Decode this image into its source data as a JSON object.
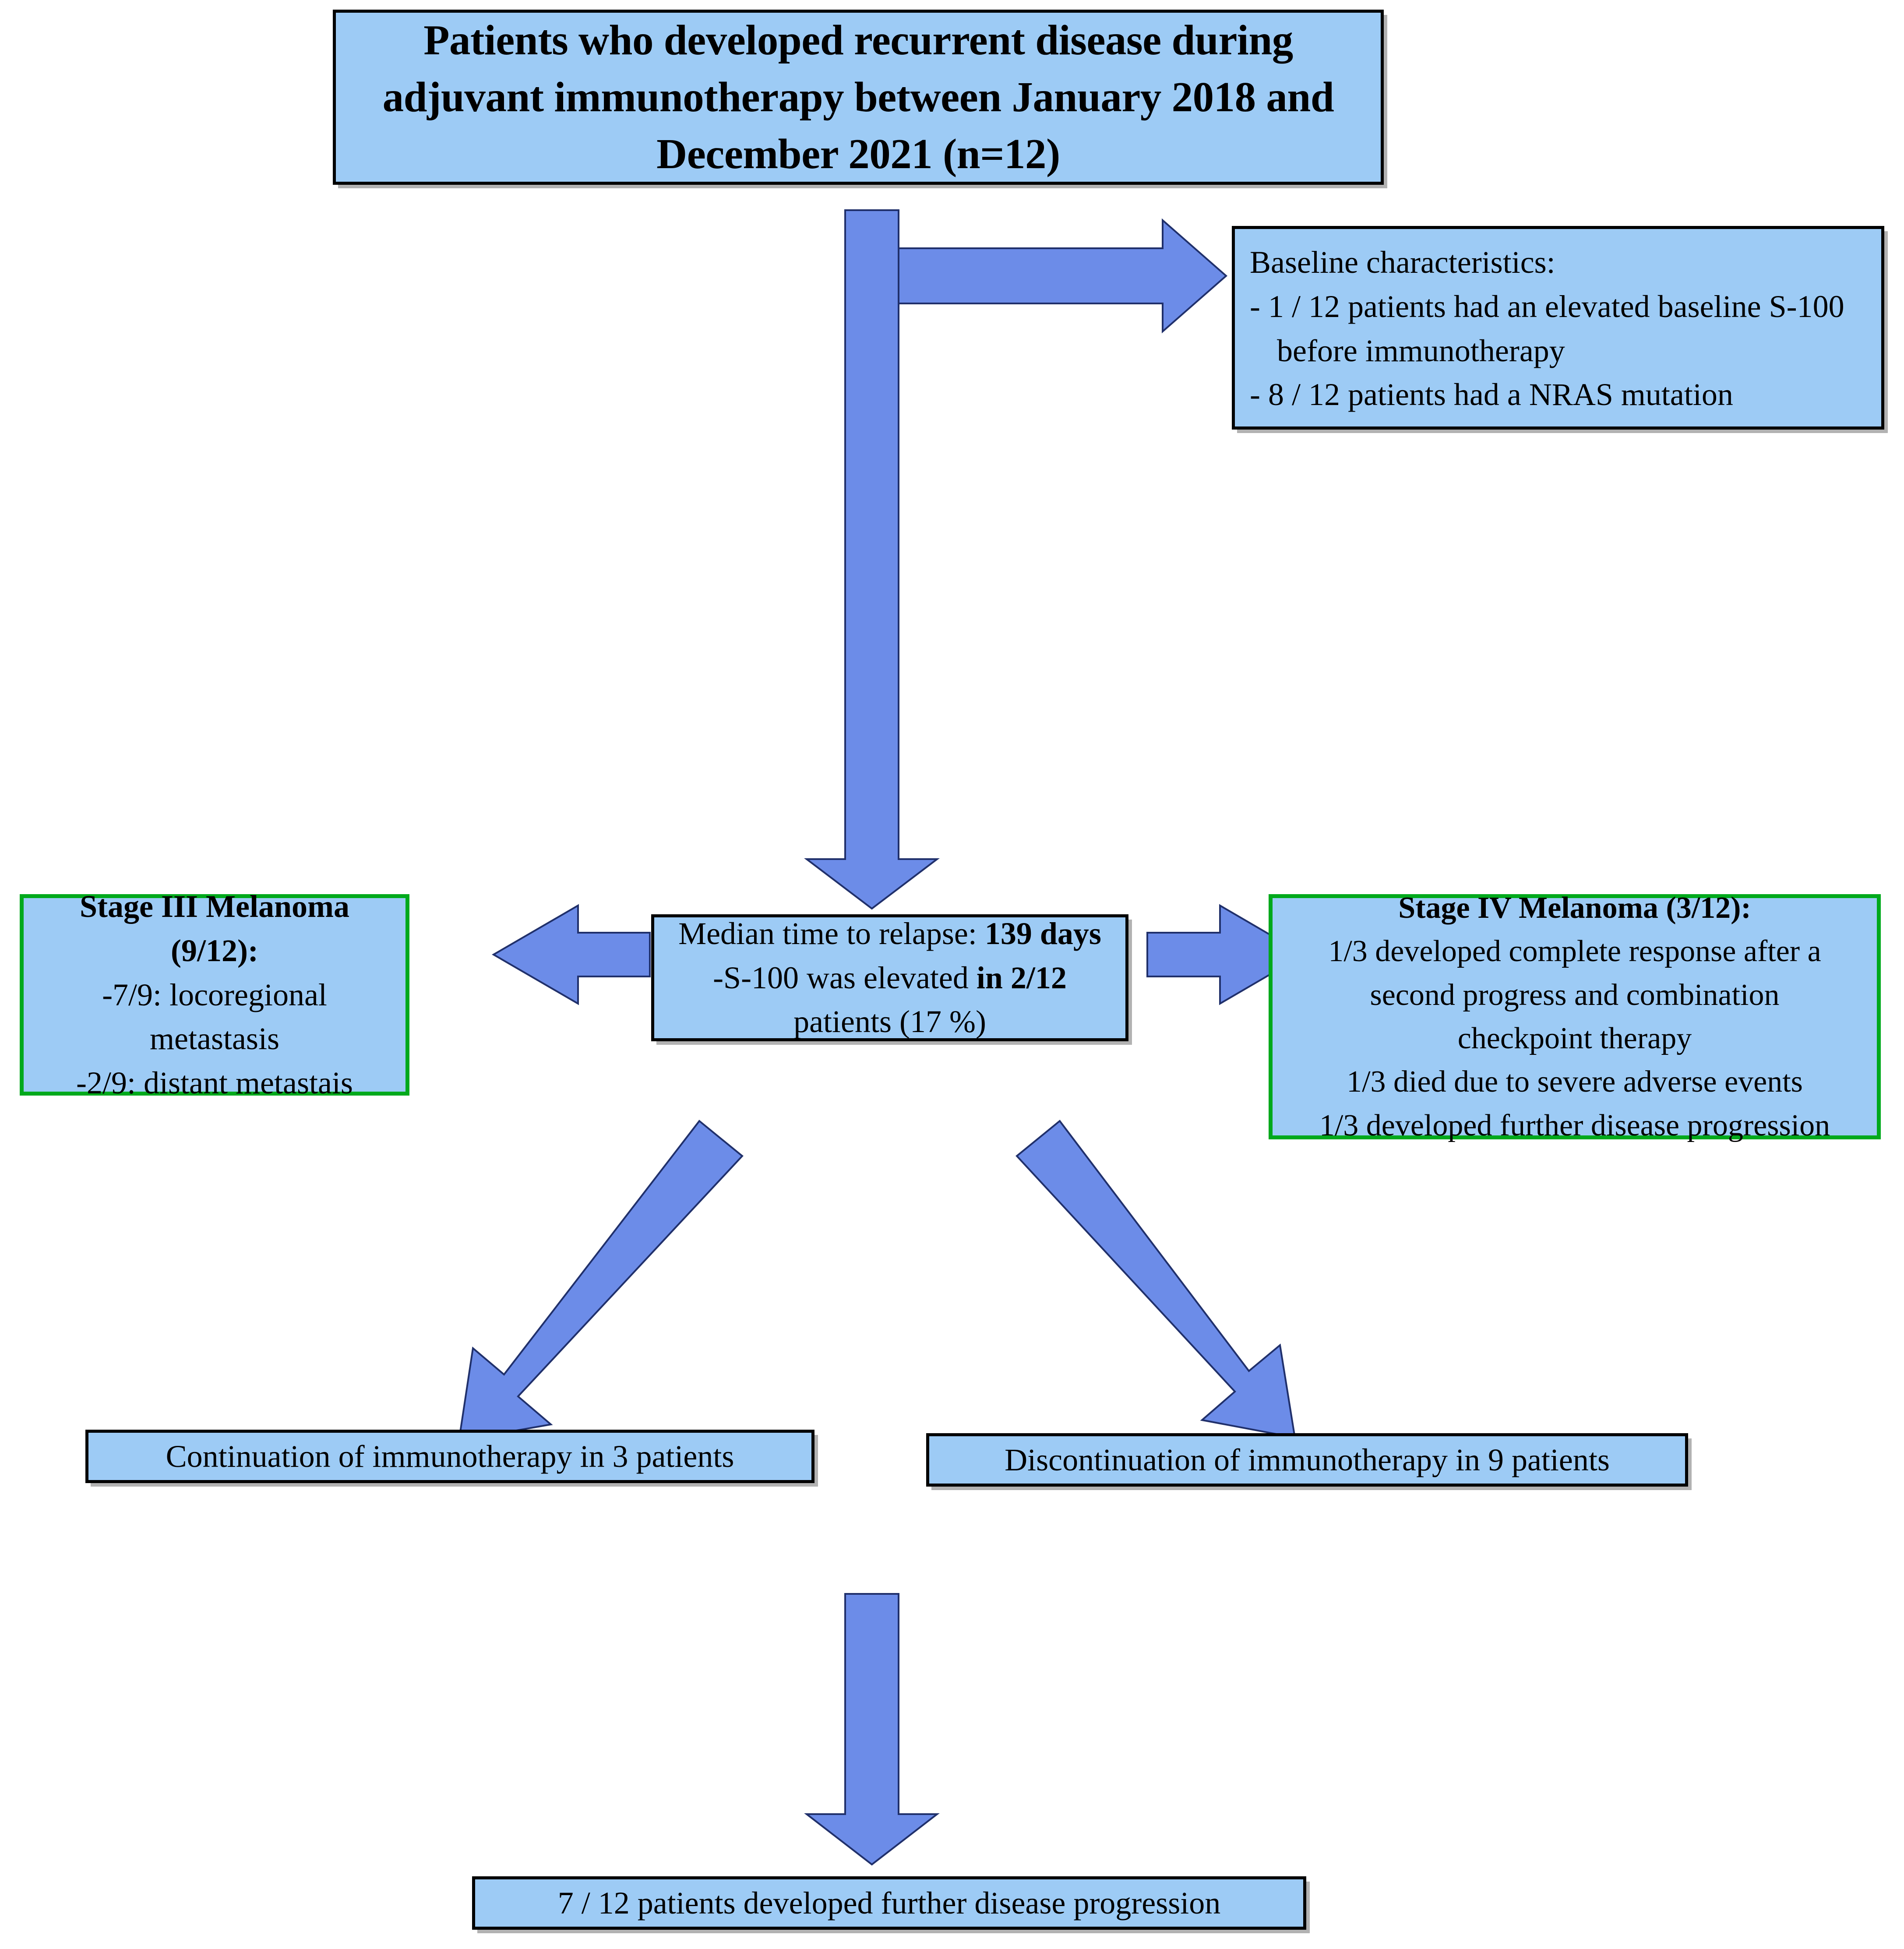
{
  "diagram": {
    "type": "flowchart",
    "palette": {
      "box_fill": "#9DCBF5",
      "box_border_black": "#000000",
      "box_border_green": "#00A91C",
      "arrow_fill": "#6C8CE8",
      "arrow_stroke": "#20306B",
      "background": "#FFFFFF",
      "text": "#000000"
    },
    "nodes": {
      "cohort": {
        "title": "Patients who developed recurrent disease during adjuvant immunotherapy between January 2018 and December 2021 (n=12)",
        "lines": [
          "Patients who developed recurrent disease during",
          "adjuvant immunotherapy between January 2018 and",
          "December 2021 (n=12)"
        ],
        "border": "black",
        "bold": true
      },
      "baseline": {
        "heading": "Baseline characteristics:",
        "items": [
          "- 1 / 12 patients had an elevated baseline S-100",
          "before immunotherapy",
          "- 8 / 12 patients had a NRAS mutation"
        ],
        "border": "black"
      },
      "relapse": {
        "lines": [
          {
            "plain": "Median time to relapse: ",
            "bold": "139 days"
          },
          {
            "plain": "-S-100 was elevated ",
            "bold": "in 2/12"
          },
          {
            "plain": "patients (17 %)",
            "bold": ""
          }
        ],
        "border": "black"
      },
      "stage3": {
        "heading_line1": "Stage III Melanoma",
        "heading_line2": "(9/12):",
        "items": [
          "-7/9: locoregional",
          "metastasis",
          "-2/9: distant metastais"
        ],
        "border": "green"
      },
      "stage4": {
        "heading": "Stage IV Melanoma (3/12):",
        "items": [
          "1/3 developed complete response after a",
          "second progress and combination",
          "checkpoint therapy",
          "1/3 died due to severe adverse events",
          "1/3 developed further disease progression"
        ],
        "border": "green"
      },
      "continuation": {
        "label": "Continuation of immunotherapy in 3 patients",
        "border": "black"
      },
      "discontinuation": {
        "label": "Discontinuation of immunotherapy in 9 patients",
        "border": "black"
      },
      "progression": {
        "label": "7 / 12 patients developed further disease progression",
        "border": "black"
      }
    },
    "connectors": [
      {
        "name": "cohort-to-relapse",
        "direction": "down",
        "from": "cohort",
        "to": "relapse"
      },
      {
        "name": "cohort-to-baseline",
        "direction": "right",
        "from": "cohort",
        "to": "baseline"
      },
      {
        "name": "relapse-to-stage3",
        "direction": "left",
        "from": "relapse",
        "to": "stage3"
      },
      {
        "name": "relapse-to-stage4",
        "direction": "right",
        "from": "relapse",
        "to": "stage4"
      },
      {
        "name": "relapse-to-continuation",
        "direction": "down-left",
        "from": "relapse",
        "to": "continuation"
      },
      {
        "name": "relapse-to-discontinuation",
        "direction": "down-right",
        "from": "relapse",
        "to": "discontinuation"
      },
      {
        "name": "to-progression",
        "direction": "down",
        "from": "discontinuation",
        "to": "progression"
      }
    ]
  }
}
